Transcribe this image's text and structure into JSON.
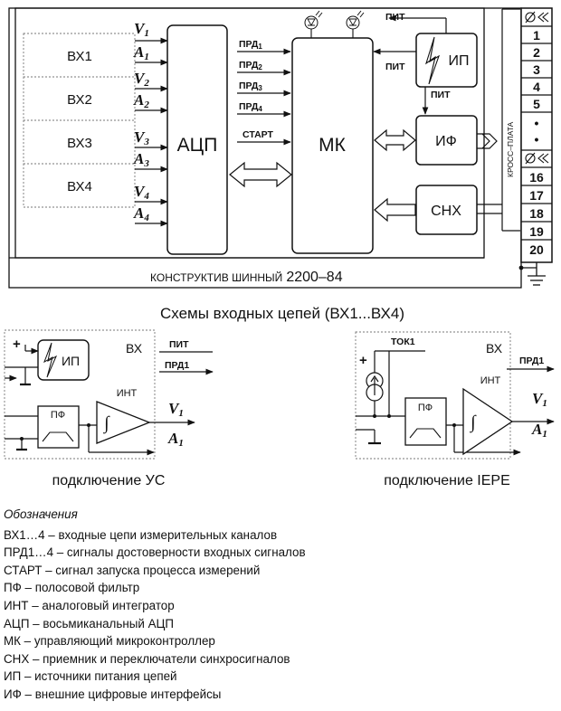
{
  "main": {
    "inputs": [
      "ВХ1",
      "ВХ2",
      "ВХ3",
      "ВХ4"
    ],
    "signals": [
      {
        "v": "V",
        "vs": "1",
        "a": "A",
        "as": "1"
      },
      {
        "v": "V",
        "vs": "2",
        "a": "A",
        "as": "2"
      },
      {
        "v": "V",
        "vs": "3",
        "a": "A",
        "as": "3"
      },
      {
        "v": "V",
        "vs": "4",
        "a": "A",
        "as": "4"
      }
    ],
    "adc": "АЦП",
    "mcu": "МК",
    "prd": [
      {
        "t": "ПРД",
        "s": "1"
      },
      {
        "t": "ПРД",
        "s": "2"
      },
      {
        "t": "ПРД",
        "s": "3"
      },
      {
        "t": "ПРД",
        "s": "4"
      }
    ],
    "start": "СТАРТ",
    "pit": "ПИТ",
    "psu": "ИП",
    "iface": "ИФ",
    "sync": "СНХ",
    "bus": "КОНСТРУКТИВ ШИННЫЙ",
    "bus_num": "2200–84",
    "cross": "КРОСС–ПЛАТА",
    "terminals_top": [
      "1",
      "2",
      "3",
      "4",
      "5"
    ],
    "terminals_bottom": [
      "16",
      "17",
      "18",
      "19",
      "20"
    ],
    "dot": "•"
  },
  "section_title": "Схемы входных цепей (ВХ1...ВХ4)",
  "us": {
    "plus": "+",
    "vx": "ВХ",
    "pit": "ПИТ",
    "prd": "ПРД1",
    "psu": "ИП",
    "int": "ИНТ",
    "filter": "ПФ",
    "v": "V",
    "vs": "1",
    "a": "A",
    "as": "1",
    "caption": "подключение УС"
  },
  "iepe": {
    "plus": "+",
    "tok": "ТОК1",
    "vx": "ВХ",
    "prd": "ПРД1",
    "int": "ИНТ",
    "filter": "ПФ",
    "v": "V",
    "vs": "1",
    "a": "A",
    "as": "1",
    "caption": "подключение IEPE"
  },
  "legend": {
    "title": "Обозначения",
    "items": [
      "ВХ1…4 – входные цепи измерительных каналов",
      "ПРД1…4 – сигналы достоверности входных сигналов",
      "СТАРТ – сигнал запуска процесса измерений",
      "ПФ – полосовой фильтр",
      "ИНТ – аналоговый интегратор",
      "АЦП – восьмиканальный АЦП",
      "МК – управляющий микроконтроллер",
      "СНХ – приемник и переключатели синхросигналов",
      "ИП – источники питания цепей",
      "ИФ – внешние цифровые интерфейсы"
    ]
  }
}
